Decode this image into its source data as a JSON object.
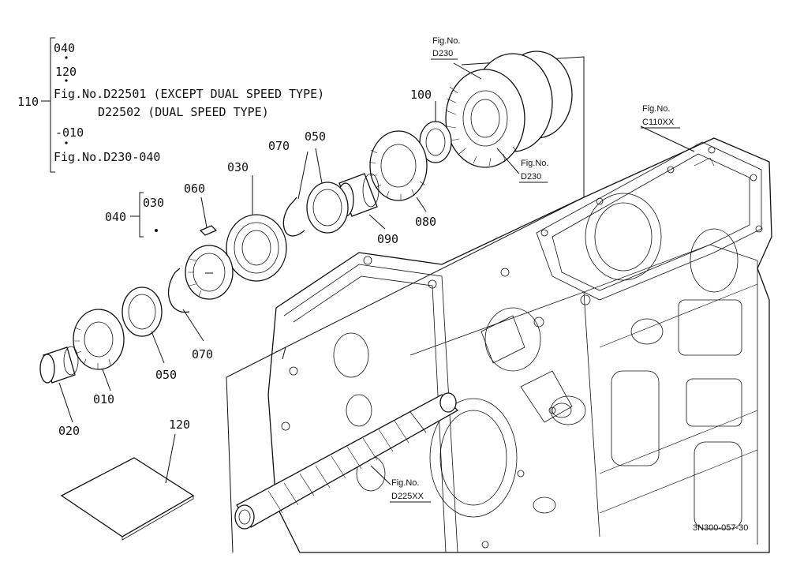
{
  "group_110": {
    "number": "110",
    "line_1": "040",
    "line_2": "120",
    "line_3": "Fig.No.D22501 (EXCEPT DUAL SPEED TYPE)",
    "line_4": "D22502 (DUAL SPEED TYPE)",
    "line_5": "-010",
    "line_6": "Fig.No.D230-040"
  },
  "group_040": {
    "number": "040",
    "sub": "030"
  },
  "callouts": {
    "p010": "010",
    "p020": "020",
    "p030": "030",
    "p050a": "050",
    "p050b": "050",
    "p060": "060",
    "p070a": "070",
    "p070b": "070",
    "p080": "080",
    "p090": "090",
    "p100": "100",
    "p120": "120"
  },
  "fig_refs": {
    "d230_top": {
      "title": "Fig.No.",
      "code": "D230"
    },
    "d230_right": {
      "title": "Fig.No.",
      "code": "D230"
    },
    "c110xx": {
      "title": "Fig.No.",
      "code": "C110XX"
    },
    "d225xx": {
      "title": "Fig.No.",
      "code": "D225XX"
    }
  },
  "drawing_code": "3N300-057-30"
}
